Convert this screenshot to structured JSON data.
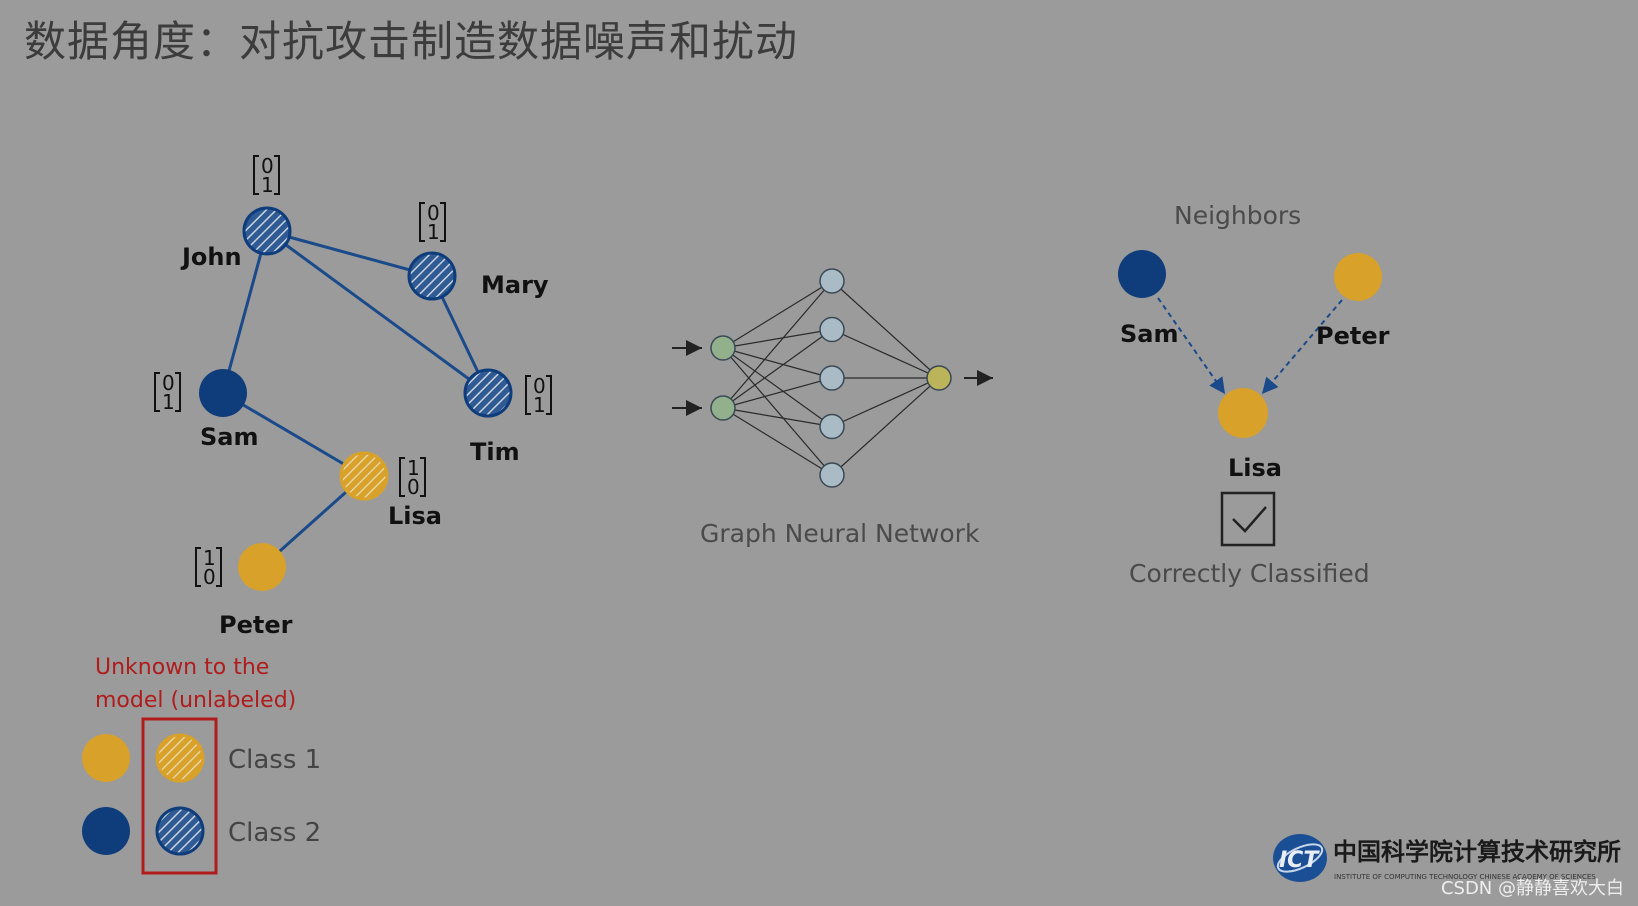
{
  "slide": {
    "title": "数据角度：对抗攻击制造数据噪声和扰动"
  },
  "left_graph": {
    "nodes": [
      {
        "id": "john",
        "label": "John",
        "class": "Class 2",
        "labeled": false,
        "vector": [
          "0",
          "1"
        ]
      },
      {
        "id": "mary",
        "label": "Mary",
        "class": "Class 2",
        "labeled": false,
        "vector": [
          "0",
          "1"
        ]
      },
      {
        "id": "sam",
        "label": "Sam",
        "class": "Class 2",
        "labeled": true,
        "vector": [
          "0",
          "1"
        ]
      },
      {
        "id": "tim",
        "label": "Tim",
        "class": "Class 2",
        "labeled": false,
        "vector": [
          "0",
          "1"
        ]
      },
      {
        "id": "lisa",
        "label": "Lisa",
        "class": "Class 1",
        "labeled": false,
        "vector": [
          "1",
          "0"
        ]
      },
      {
        "id": "peter",
        "label": "Peter",
        "class": "Class 1",
        "labeled": true,
        "vector": [
          "1",
          "0"
        ]
      }
    ],
    "edges": [
      [
        "john",
        "mary"
      ],
      [
        "john",
        "tim"
      ],
      [
        "john",
        "sam"
      ],
      [
        "mary",
        "tim"
      ],
      [
        "sam",
        "lisa"
      ],
      [
        "lisa",
        "peter"
      ]
    ]
  },
  "legend": {
    "unknown_note_line1": "Unknown to the",
    "unknown_note_line2": "model (unlabeled)",
    "class1_label": "Class 1",
    "class2_label": "Class 2",
    "note_color": "#b01c1c"
  },
  "gnn": {
    "caption": "Graph Neural Network",
    "layers": [
      2,
      5,
      1
    ]
  },
  "right_panel": {
    "neighbors_title": "Neighbors",
    "sam_label": "Sam",
    "peter_label": "Peter",
    "lisa_label": "Lisa",
    "result": "Correctly Classified"
  },
  "logo": {
    "text": "ICT",
    "institute_cn": "中国科学院计算技术研究所",
    "institute_en": "INSTITUTE OF COMPUTING TECHNOLOGY CHINESE ACADEMY OF SCIENCES"
  },
  "watermark": "CSDN @静静喜欢大白",
  "colors": {
    "background": "#9b9b9b",
    "class1": "#d8a12a",
    "class2": "#0f3d7c",
    "edge": "#1a4a8a",
    "gnn_input": "#93b08c",
    "gnn_hidden": "#a9bcc6",
    "gnn_output": "#bcb45a"
  }
}
